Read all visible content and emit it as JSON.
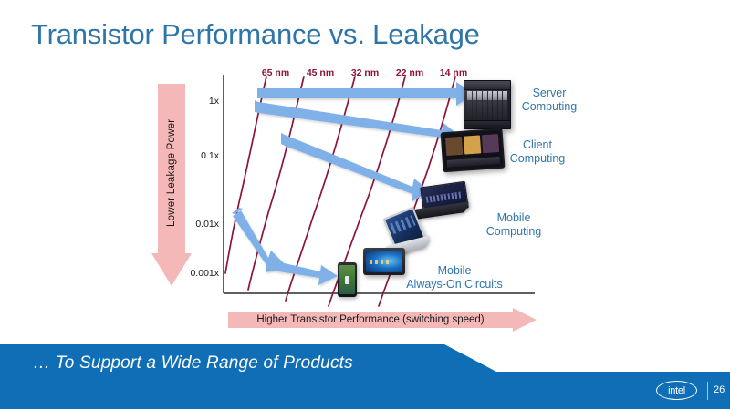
{
  "slide": {
    "title": "Transistor Performance vs. Leakage",
    "title_color": "#2E75A8",
    "background": "#FFFFFF",
    "page_number": "26",
    "logo_text": "intel"
  },
  "banner": {
    "text": "… To Support a Wide Range of Products",
    "color": "#0F6EB5"
  },
  "axes": {
    "y_label": "Lower Leakage Power",
    "x_label": "Higher Transistor Performance (switching speed)",
    "arrow_color": "#F4B8B8",
    "y_ticks": [
      "1x",
      "0.1x",
      "0.01x",
      "0.001x"
    ]
  },
  "nodes": {
    "label_color": "#8C1437",
    "items": [
      "65 nm",
      "45 nm",
      "32 nm",
      "22 nm",
      "14 nm"
    ]
  },
  "products": [
    {
      "label": "Server\nComputing",
      "icon": "server-rack-icon"
    },
    {
      "label": "Client\nComputing",
      "icon": "all-in-one-desktop-icon"
    },
    {
      "label": "Mobile\nComputing",
      "icon": "laptop-icon"
    },
    {
      "label": "Mobile\nAlways-On Circuits",
      "icon": "smartphone-icon"
    }
  ],
  "chart_data": {
    "type": "line",
    "title": "Transistor Performance vs. Leakage",
    "xlabel": "Higher Transistor Performance (switching speed)",
    "ylabel": "Lower Leakage Power",
    "y_tick_labels": [
      "1x",
      "0.1x",
      "0.01x",
      "0.001x"
    ],
    "y_tick_values": [
      1,
      0.1,
      0.01,
      0.001
    ],
    "ylim": [
      0.001,
      1
    ],
    "y_scale": "log",
    "grid": false,
    "legend": "none",
    "annotations": [
      "65 nm",
      "45 nm",
      "32 nm",
      "22 nm",
      "14 nm"
    ],
    "curve_color": "#8C1437",
    "arrow_color": "#7FB1E8",
    "series": [
      {
        "name": "65 nm",
        "points": [
          [
            0.035,
            1.0
          ],
          [
            0.06,
            0.3
          ],
          [
            0.1,
            0.09
          ],
          [
            0.155,
            0.025
          ],
          [
            0.21,
            0.006
          ],
          [
            0.255,
            0.0018
          ]
        ]
      },
      {
        "name": "45 nm",
        "points": [
          [
            0.185,
            1.0
          ],
          [
            0.215,
            0.3
          ],
          [
            0.255,
            0.09
          ],
          [
            0.305,
            0.025
          ],
          [
            0.355,
            0.006
          ],
          [
            0.4,
            0.0018
          ]
        ]
      },
      {
        "name": "32 nm",
        "points": [
          [
            0.345,
            1.0
          ],
          [
            0.375,
            0.3
          ],
          [
            0.415,
            0.09
          ],
          [
            0.465,
            0.025
          ],
          [
            0.515,
            0.006
          ],
          [
            0.565,
            0.0018
          ]
        ]
      },
      {
        "name": "22 nm",
        "points": [
          [
            0.515,
            1.0
          ],
          [
            0.545,
            0.3
          ],
          [
            0.585,
            0.09
          ],
          [
            0.635,
            0.025
          ],
          [
            0.685,
            0.006
          ],
          [
            0.735,
            0.0018
          ]
        ]
      },
      {
        "name": "14 nm",
        "points": [
          [
            0.685,
            1.0
          ],
          [
            0.715,
            0.3
          ],
          [
            0.755,
            0.09
          ],
          [
            0.805,
            0.025
          ],
          [
            0.855,
            0.006
          ],
          [
            0.905,
            0.0018
          ]
        ]
      }
    ],
    "scaling_arrows": [
      {
        "name": "server-scaling-arrow",
        "from": [
          0.06,
          0.98
        ],
        "to": [
          0.93,
          0.97
        ]
      },
      {
        "name": "client-scaling-arrow",
        "from": [
          0.05,
          0.82
        ],
        "to": [
          0.92,
          0.36
        ]
      },
      {
        "name": "mobile-scaling-arrow",
        "from": [
          0.12,
          0.55
        ],
        "to": [
          0.83,
          0.13
        ]
      },
      {
        "name": "alwayson-scaling-arrow",
        "from": [
          0.03,
          0.085
        ],
        "to": [
          0.4,
          0.006
        ]
      }
    ]
  }
}
